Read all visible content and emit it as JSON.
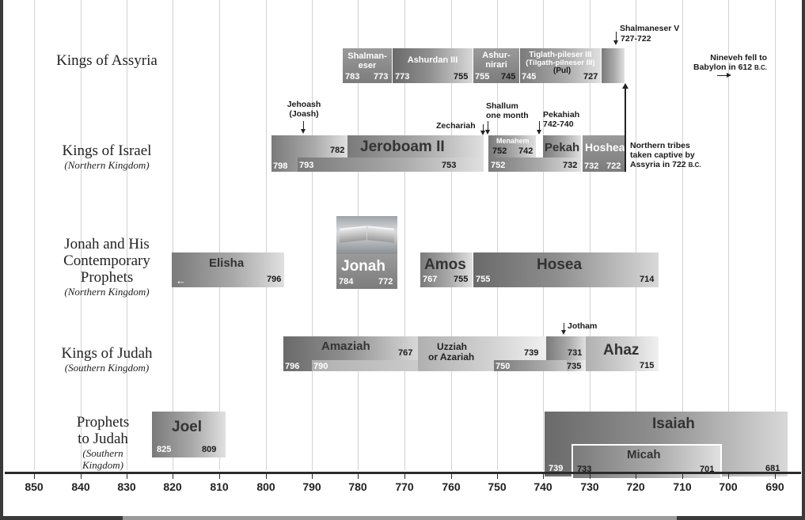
{
  "rows": {
    "assyria": {
      "title": "Kings of Assyria",
      "subtitle": ""
    },
    "israel": {
      "title": "Kings of Israel",
      "subtitle": "(Northern Kingdom)"
    },
    "prophets_north": {
      "title_lines": [
        "Jonah and His",
        "Contemporary",
        "Prophets"
      ],
      "subtitle": "(Northern Kingdom)"
    },
    "judah": {
      "title": "Kings of Judah",
      "subtitle": "(Southern Kingdom)"
    },
    "prophets_judah": {
      "title_lines": [
        "Prophets",
        "to Judah"
      ],
      "subtitle_lines": [
        "(Southern",
        "Kingdom)"
      ]
    }
  },
  "axis": {
    "unit": "B.C.",
    "ticks": [
      "850",
      "840",
      "830",
      "820",
      "810",
      "800",
      "790",
      "780",
      "770",
      "760",
      "750",
      "740",
      "730",
      "720",
      "710",
      "700",
      "690"
    ]
  },
  "assyria": {
    "shalmaneser": {
      "label_1": "Shalman-",
      "label_2": "eser",
      "start": "783",
      "end": "773"
    },
    "ashurdan": {
      "label": "Ashurdan III",
      "start": "773",
      "end": "755"
    },
    "ashurnirari": {
      "label_1": "Ashur-",
      "label_2": "nirari",
      "start": "755",
      "end": "745"
    },
    "tiglath": {
      "label_1": "Tiglath-pileser III",
      "label_2": "(Tilgath-pilneser III)",
      "label_3": "(Pul)",
      "start": "745",
      "end": "727"
    },
    "shalmaneser_v": {
      "label": "Shalmaneser V",
      "years": "727-722"
    },
    "nineveh": {
      "line_1": "Nineveh fell to",
      "line_2": "Babylon in 612",
      "suffix": "B.C."
    }
  },
  "israel": {
    "jehoash": {
      "line_1": "Jehoash",
      "line_2": "(Joash)",
      "start": "798",
      "end": "782"
    },
    "jeroboam": {
      "label": "Jeroboam II",
      "start": "793",
      "end": "753"
    },
    "zechariah": {
      "label": "Zechariah"
    },
    "shallum": {
      "line_1": "Shallum",
      "line_2": "one month"
    },
    "menahem": {
      "label": "Menahem",
      "start": "752",
      "end": "742"
    },
    "pekahiah": {
      "line_1": "Pekahiah",
      "line_2": "742-740"
    },
    "pekah": {
      "label": "Pekah",
      "start": "752",
      "end": "732"
    },
    "hoshea": {
      "label": "Hoshea",
      "start": "732",
      "end": "722"
    },
    "captivity": {
      "line_1": "Northern tribes",
      "line_2": "taken captive by",
      "line_3": "Assyria in 722",
      "suffix": "B.C."
    }
  },
  "prophets_north": {
    "elisha": {
      "label": "Elisha",
      "end": "796"
    },
    "jonah": {
      "label": "Jonah",
      "start": "784",
      "end": "772"
    },
    "amos": {
      "label": "Amos",
      "start": "767",
      "end": "755"
    },
    "hosea": {
      "label": "Hosea",
      "start": "755",
      "end": "714"
    }
  },
  "judah": {
    "amaziah": {
      "label": "Amaziah",
      "start": "796",
      "end": "767"
    },
    "uzziah": {
      "line_1": "Uzziah",
      "line_2": "or Azariah",
      "start": "790",
      "end": "739"
    },
    "jotham": {
      "label": "Jotham",
      "start": "750",
      "end": "731"
    },
    "ahaz": {
      "label": "Ahaz",
      "start": "735",
      "end": "715"
    }
  },
  "prophets_judah": {
    "joel": {
      "label": "Joel",
      "start": "825",
      "end": "809"
    },
    "isaiah": {
      "label": "Isaiah",
      "start": "739",
      "end": "681"
    },
    "micah": {
      "label": "Micah",
      "start": "733",
      "end": "701"
    }
  }
}
